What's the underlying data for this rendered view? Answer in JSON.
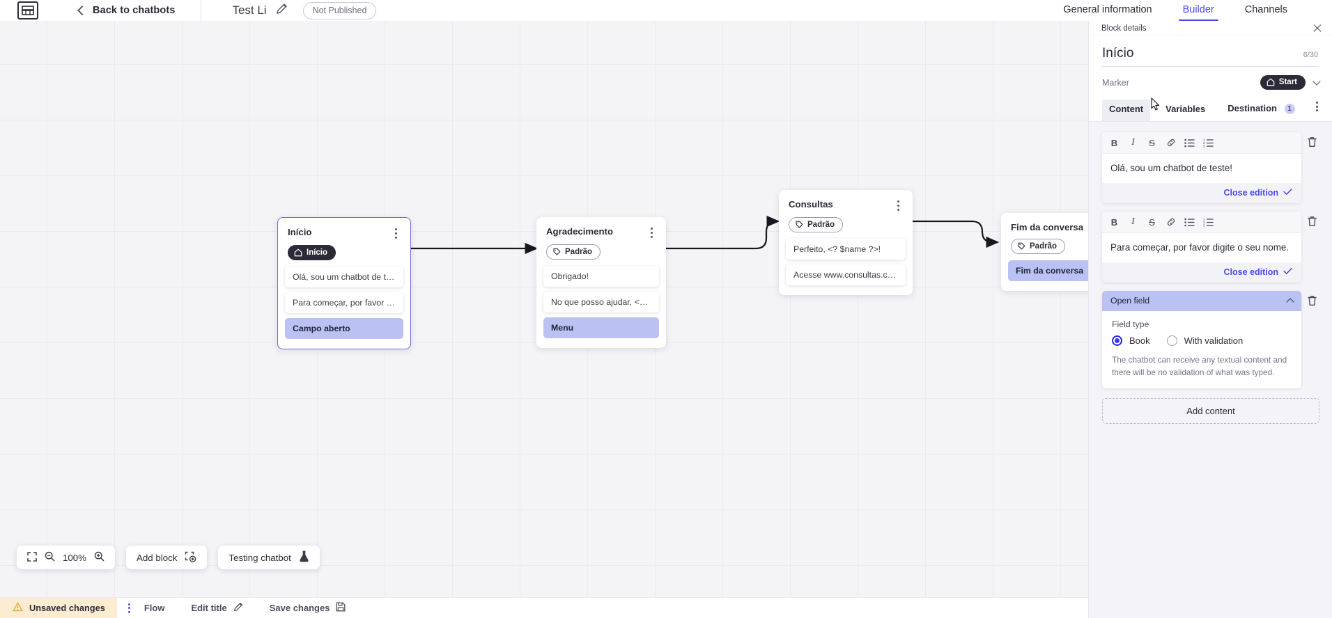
{
  "topbar": {
    "logo_icon": "chatbot-logo-icon",
    "back_label": "Back to chatbots",
    "back_icon": "chevron-left-icon",
    "bot_title": "Test Li",
    "edit_icon": "pencil-icon",
    "publish_status": "Not Published",
    "tabs": [
      {
        "label": "General information",
        "active": false
      },
      {
        "label": "Builder",
        "active": true
      },
      {
        "label": "Channels",
        "active": false
      }
    ]
  },
  "canvas": {
    "nodes": [
      {
        "title": "Início",
        "chip": {
          "label": "Início",
          "icon": "home-icon",
          "style": "dark"
        },
        "messages": [
          {
            "text": "Olá, sou um chatbot de teste!",
            "type": "message"
          },
          {
            "text": "Para começar, por favor digite o ...",
            "type": "message"
          },
          {
            "text": "Campo aberto",
            "type": "action"
          }
        ]
      },
      {
        "title": "Agradecimento",
        "chip": {
          "label": "Padrão",
          "icon": "tag-icon",
          "style": "outline"
        },
        "messages": [
          {
            "text": "Obrigado!",
            "type": "message"
          },
          {
            "text": "No que posso ajudar, <? $name ...",
            "type": "message"
          },
          {
            "text": "Menu",
            "type": "action"
          }
        ]
      },
      {
        "title": "Consultas",
        "chip": {
          "label": "Padrão",
          "icon": "tag-icon",
          "style": "outline"
        },
        "messages": [
          {
            "text": "Perfeito, <? $name ?>!",
            "type": "message"
          },
          {
            "text": "Acesse www.consultas.com par...",
            "type": "message"
          }
        ]
      },
      {
        "title": "Fim da conversa",
        "chip": {
          "label": "Padrão",
          "icon": "tag-icon",
          "style": "outline"
        },
        "messages": [
          {
            "text": "Fim da conversa",
            "type": "action"
          }
        ]
      }
    ],
    "toolbar": {
      "fit_icon": "fit-screen-icon",
      "zoom_out_icon": "zoom-out-icon",
      "zoom_level": "100%",
      "zoom_in_icon": "zoom-in-icon",
      "add_block_label": "Add block",
      "add_block_icon": "add-block-icon",
      "testing_label": "Testing chatbot",
      "testing_icon": "flask-icon"
    }
  },
  "statusbar": {
    "unsaved_label": "Unsaved changes",
    "warning_icon": "warning-triangle-icon",
    "kebab_icon": "more-options-icon",
    "flow_label": "Flow",
    "edit_title_label": "Edit title",
    "edit_title_icon": "pencil-icon",
    "save_label": "Save changes",
    "save_icon": "save-disk-icon"
  },
  "panel": {
    "strip_title": "Block details",
    "close_icon": "close-icon",
    "block_title": "Início",
    "char_count": "6/30",
    "marker_label": "Marker",
    "marker_value": "Start",
    "marker_icon": "home-icon",
    "marker_chevron_icon": "chevron-down-icon",
    "tabs": [
      {
        "label": "Content",
        "active": true,
        "count": null
      },
      {
        "label": "Variables",
        "active": false,
        "count": null
      },
      {
        "label": "Destination",
        "active": false,
        "count": "1"
      }
    ],
    "tabs_kebab_icon": "more-options-icon",
    "editor_toolbar_icons": [
      {
        "name": "bold-icon",
        "glyph": "B"
      },
      {
        "name": "italic-icon",
        "glyph": "I"
      },
      {
        "name": "strikethrough-icon",
        "glyph": "S"
      },
      {
        "name": "link-icon",
        "glyph": "⌘"
      },
      {
        "name": "bullet-list-icon",
        "glyph": "☰"
      },
      {
        "name": "numbered-list-icon",
        "glyph": "≣"
      }
    ],
    "editors": [
      {
        "text": "Olá, sou um chatbot de teste!",
        "close_label": "Close edition",
        "check_icon": "check-icon",
        "trash_icon": "trash-icon"
      },
      {
        "text": "Para começar, por favor digite o seu nome.",
        "close_label": "Close edition",
        "check_icon": "check-icon",
        "trash_icon": "trash-icon"
      }
    ],
    "open_field": {
      "header": "Open field",
      "collapse_icon": "chevron-up-icon",
      "trash_icon": "trash-icon",
      "field_type_label": "Field type",
      "options": [
        {
          "label": "Book",
          "selected": true
        },
        {
          "label": "With validation",
          "selected": false
        }
      ],
      "description": "The chatbot can receive any textual content and there will be no validation of what was typed."
    },
    "add_content_label": "Add content"
  },
  "colors": {
    "accent": "#4a49e8",
    "action_chip": "#b9c2f3",
    "dark": "#2b2b38",
    "warning_bg": "#fcecd2"
  }
}
